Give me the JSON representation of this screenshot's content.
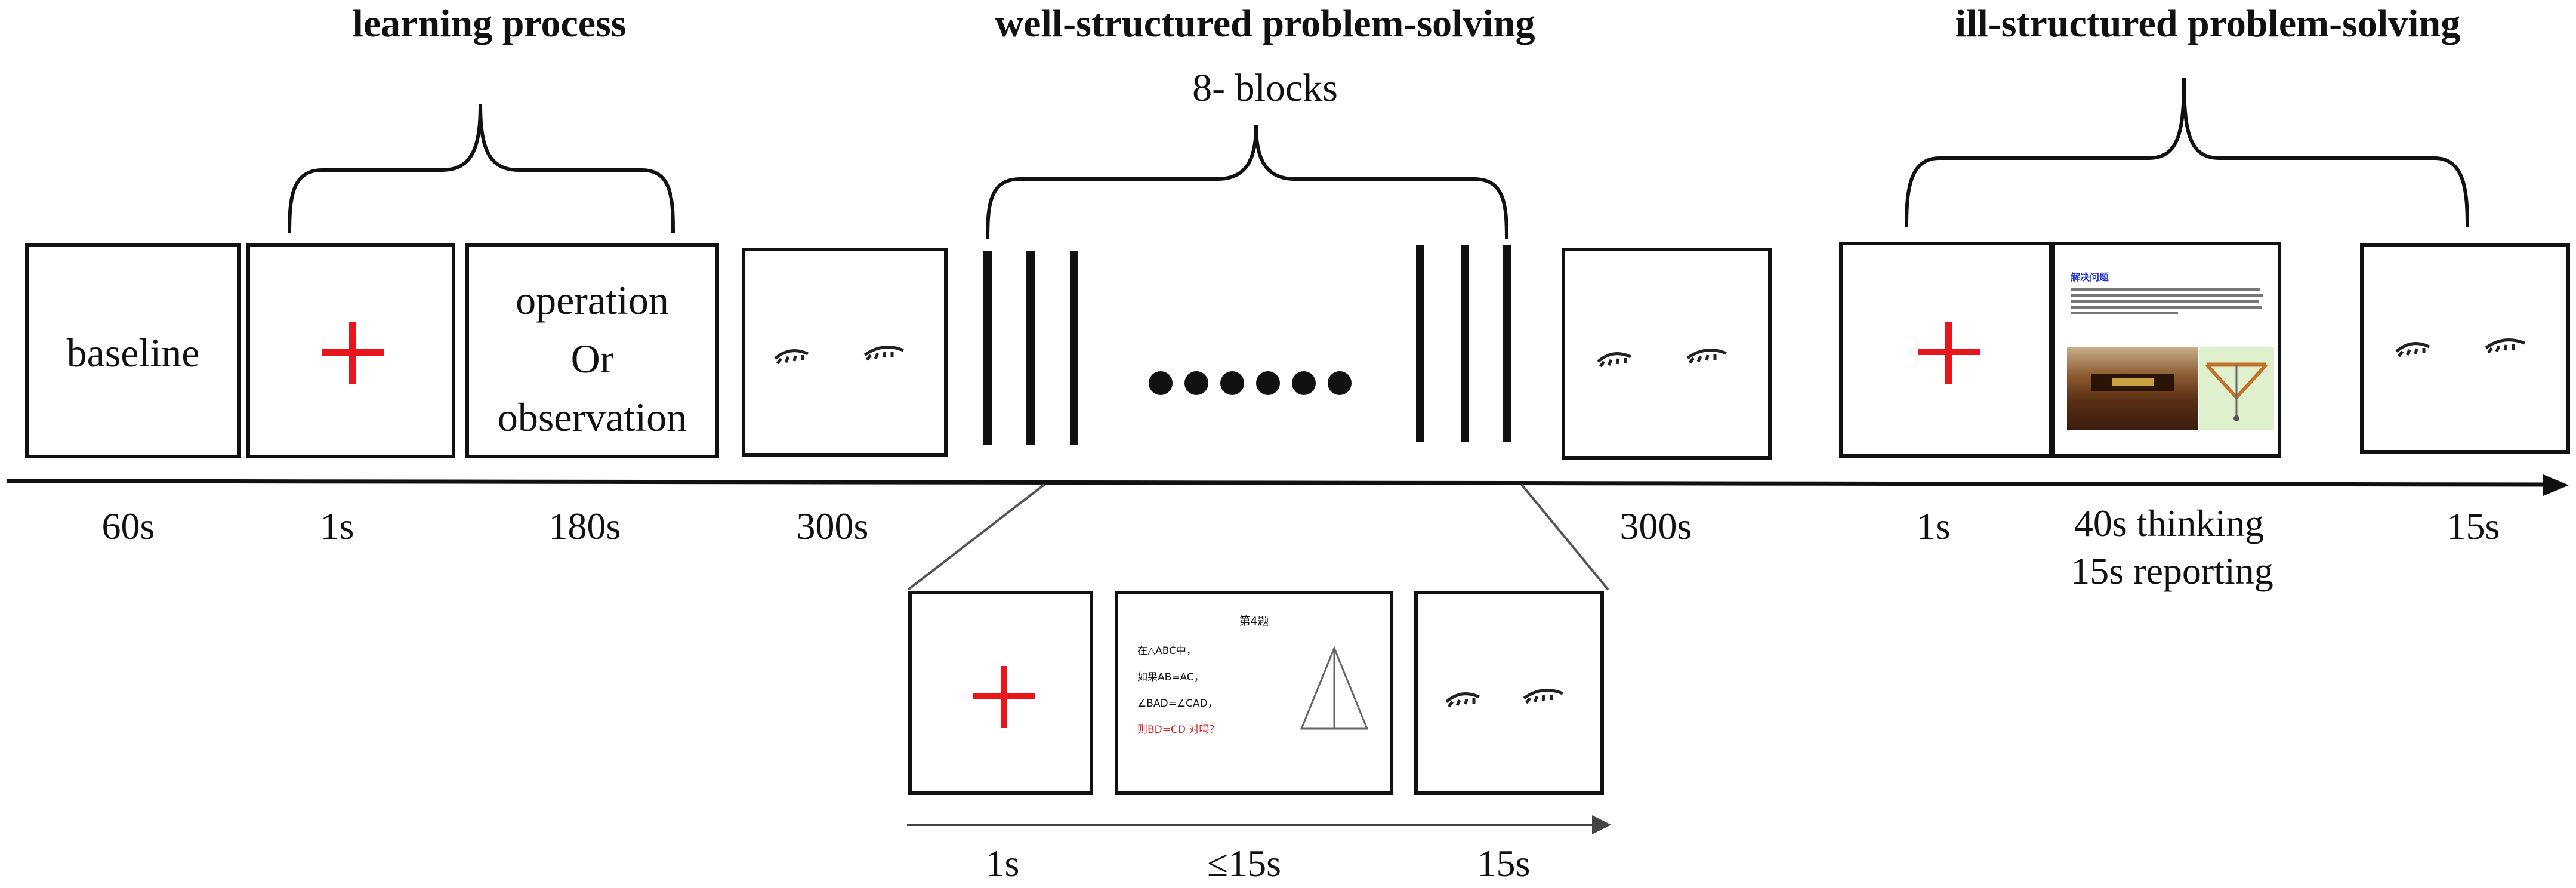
{
  "headings": {
    "learning": "learning process",
    "well": "well-structured  problem-solving",
    "well_sub": "8- blocks",
    "ill": "ill-structured  problem-solving"
  },
  "frames": {
    "baseline": "baseline",
    "operation_line1": "operation",
    "operation_line2": "Or",
    "operation_line3": "observation"
  },
  "times": {
    "t1": "60s",
    "t2": "1s",
    "t3": "180s",
    "t4": "300s",
    "t5": "300s",
    "t6": "1s",
    "t7_line1": "40s thinking",
    "t7_line2": "15s reporting",
    "t8": "15s",
    "block_t1": "1s",
    "block_t2": "≤15s",
    "block_t3": "15s"
  },
  "ill_problem": {
    "title": "解决问题"
  },
  "block_problem": {
    "title": "第4题",
    "line1": "在△ABC中，",
    "line2": "如果AB=AC，",
    "line3": "∠BAD=∠CAD，",
    "line4": "则BD=CD 对吗？"
  },
  "colors": {
    "cross": "#e8151b",
    "ink": "#111111"
  },
  "icons": [
    "plus-cross-icon",
    "closed-eyes-icon"
  ]
}
